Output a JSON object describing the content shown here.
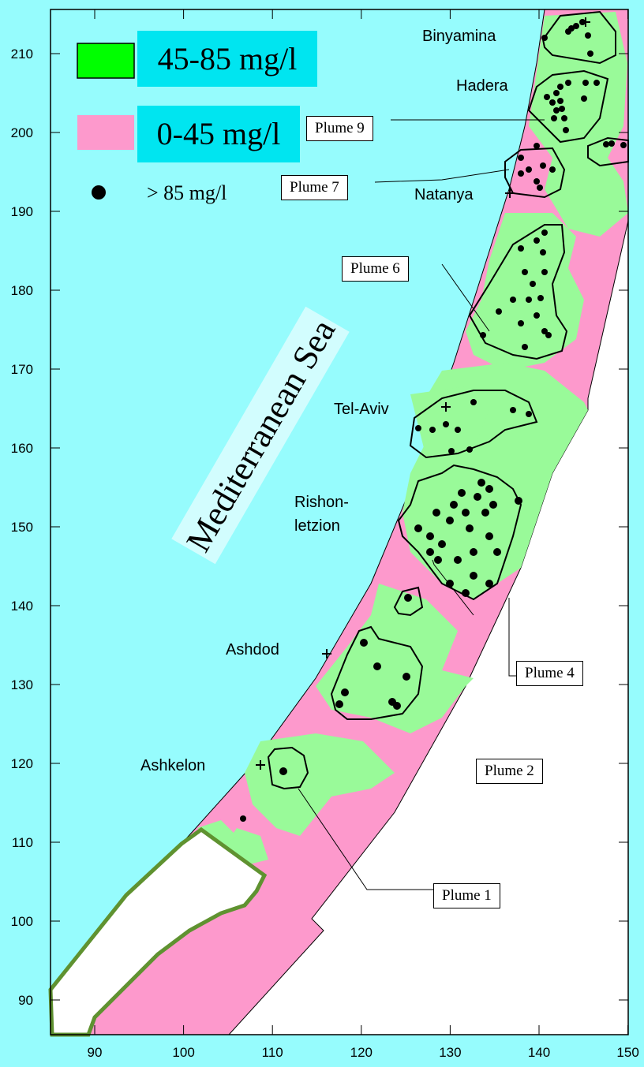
{
  "map": {
    "x_ticks": [
      "90",
      "100",
      "110",
      "120",
      "130",
      "140",
      "150"
    ],
    "y_ticks": [
      "90",
      "100",
      "110",
      "120",
      "130",
      "140",
      "150",
      "160",
      "170",
      "180",
      "190",
      "200",
      "210"
    ],
    "colors": {
      "background": "#96fcfd",
      "nitrate_45_85": "#99fa99",
      "nitrate_0_45": "#fd99cc",
      "land_outside": "#ffffff",
      "excluded_boundary": "#5f9230"
    },
    "sea_label": "Mediterranean Sea",
    "cities": [
      {
        "name": "Binyamina"
      },
      {
        "name": "Hadera"
      },
      {
        "name": "Natanya"
      },
      {
        "name": "Tel-Aviv"
      },
      {
        "name": "Rishon-"
      },
      {
        "name": "letzion"
      },
      {
        "name": "Ashdod"
      },
      {
        "name": "Ashkelon"
      }
    ],
    "plumes": [
      "Plume 9",
      "Plume 7",
      "Plume 6",
      "Plume 4",
      "Plume 2",
      "Plume 1"
    ]
  },
  "legend": {
    "high_range": "45-85 mg/l",
    "low_range": "0-45 mg/l",
    "very_high": "> 85 mg/l",
    "high_color": "#00ff00",
    "low_color": "#fd99cc"
  }
}
